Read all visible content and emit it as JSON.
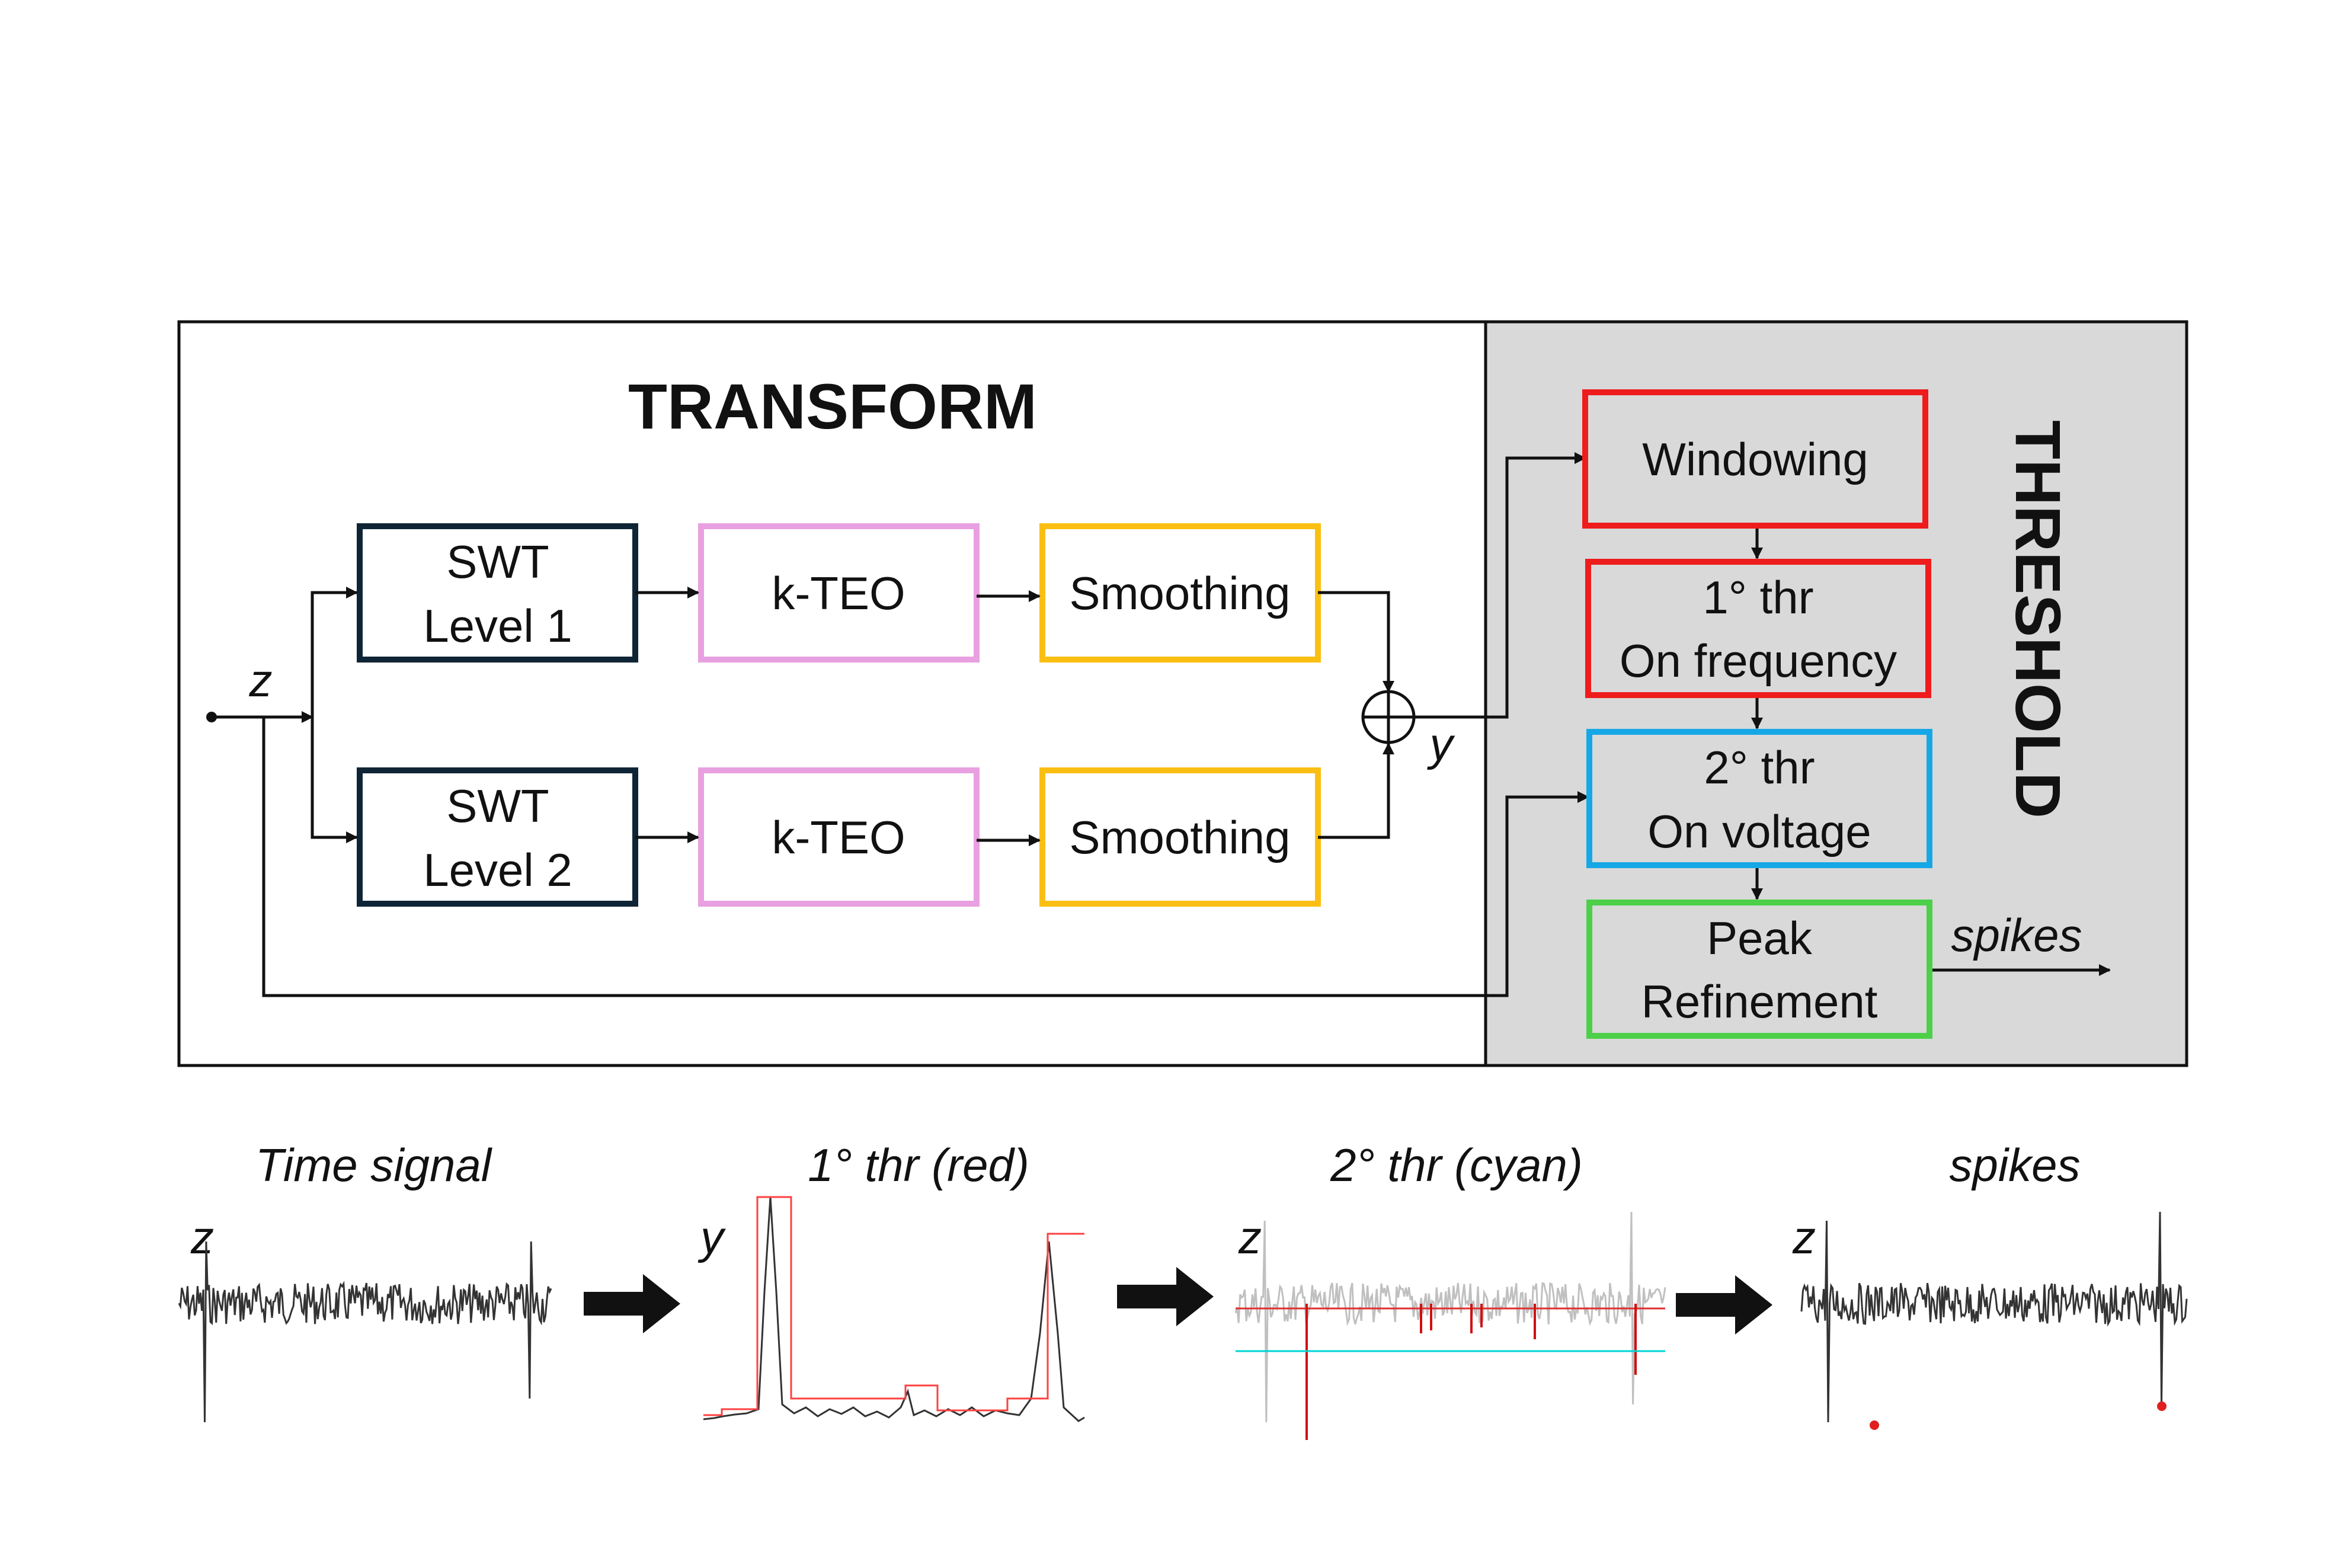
{
  "transform": {
    "title": "TRANSFORM",
    "input_label": "z",
    "output_label": "y",
    "rows": [
      {
        "swt_line1": "SWT",
        "swt_line2": "Level 1",
        "kteo": "k-TEO",
        "smoothing": "Smoothing"
      },
      {
        "swt_line1": "SWT",
        "swt_line2": "Level 2",
        "kteo": "k-TEO",
        "smoothing": "Smoothing"
      }
    ]
  },
  "threshold": {
    "title": "THRESHOLD",
    "windowing": "Windowing",
    "first_thr_line1": "1° thr",
    "first_thr_line2": "On frequency",
    "second_thr_line1": "2° thr",
    "second_thr_line2": "On voltage",
    "peak_line1": "Peak",
    "peak_line2": "Refinement",
    "output_label": "spikes"
  },
  "bottom_panels": [
    {
      "title": "Time signal",
      "axis": "z"
    },
    {
      "title": "1° thr (red)",
      "axis": "y"
    },
    {
      "title": "2° thr (cyan)",
      "axis": "z"
    },
    {
      "title": "spikes",
      "axis": "z"
    }
  ],
  "colors": {
    "swt": "#0f2535",
    "kteo": "#e8a0e0",
    "smoothing": "#fbbf13",
    "red": "#ee1c1c",
    "cyan": "#16a8e6",
    "green": "#4cd04a",
    "panel_gray": "#d9d9d9",
    "thr_line": "#00d4d4"
  }
}
